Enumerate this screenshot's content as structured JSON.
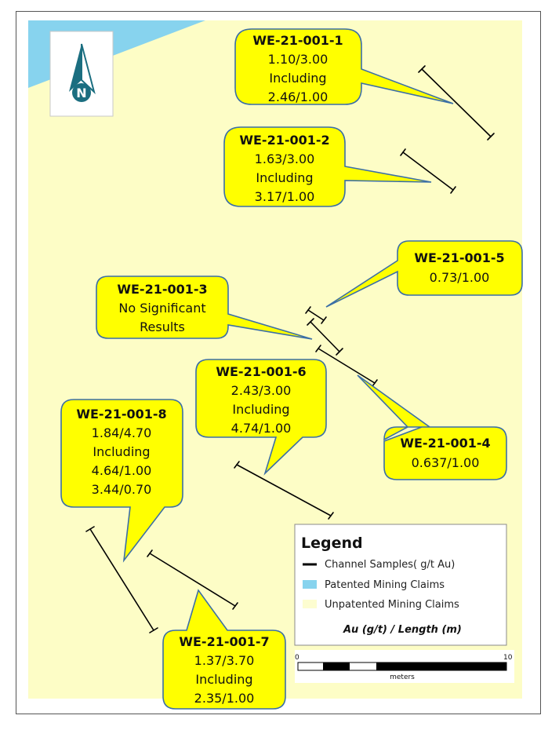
{
  "map": {
    "north_arrow": {
      "label": "N"
    },
    "callouts": [
      {
        "id": "WE-21-001-1",
        "lines": [
          "1.10/3.00",
          "Including",
          "2.46/1.00"
        ]
      },
      {
        "id": "WE-21-001-2",
        "lines": [
          "1.63/3.00",
          "Including",
          "3.17/1.00"
        ]
      },
      {
        "id": "WE-21-001-5",
        "lines": [
          "0.73/1.00"
        ]
      },
      {
        "id": "WE-21-001-3",
        "lines": [
          "No Significant",
          "Results"
        ]
      },
      {
        "id": "WE-21-001-6",
        "lines": [
          "2.43/3.00",
          "Including",
          "4.74/1.00"
        ]
      },
      {
        "id": "WE-21-001-4",
        "lines": [
          "0.637/1.00"
        ]
      },
      {
        "id": "WE-21-001-8",
        "lines": [
          "1.84/4.70",
          "Including",
          "4.64/1.00",
          "3.44/0.70"
        ]
      },
      {
        "id": "WE-21-001-7",
        "lines": [
          "1.37/3.70",
          "Including",
          "2.35/1.00"
        ]
      }
    ],
    "legend": {
      "title": "Legend",
      "items": [
        {
          "label": "Channel Samples( g/t Au)",
          "symbol": "line",
          "color": "#000000"
        },
        {
          "label": "Patented Mining Claims",
          "symbol": "fill",
          "color": "#87d3ee"
        },
        {
          "label": "Unpatented Mining Claims",
          "symbol": "fill",
          "color": "#fdfdd0"
        }
      ],
      "note": "Au (g/t) / Length (m)"
    },
    "scale_bar": {
      "start": "0",
      "end": "10",
      "unit": "meters"
    },
    "colors": {
      "map_background": "#fdfdc6",
      "patented_claim": "#87d3ee",
      "callout_fill": "#ffff00",
      "callout_border": "#3b6fa6",
      "north_arrow": "#1b6e80"
    }
  }
}
